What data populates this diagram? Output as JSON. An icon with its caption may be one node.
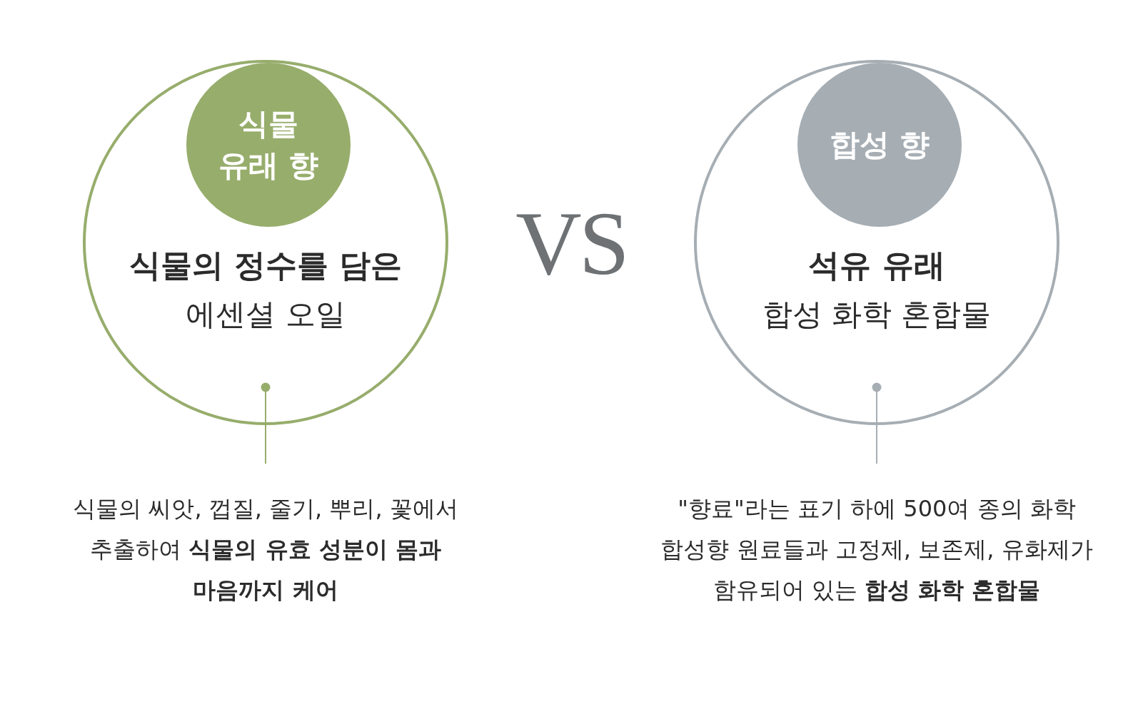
{
  "diagram": {
    "nodes": [
      {
        "text": [
          "식물의 정수를 담은",
          "에센셜 오일"
        ]
      },
      {
        "text": [
          "식물 유래 향"
        ],
        "in": 0
      },
      {
        "text": [
          "석유 유래",
          "합성 화학 혼합물"
        ]
      },
      {
        "text": [
          "합성 향"
        ],
        "in": 2
      },
      {
        "text": [
          "식물의 씨앗, 껍질, 줄기, 뿌리, 꽃에서 추출하여 **식물의 유효 성분이 몸과 마음까지 케어**"
        ]
      },
      {
        "text": [
          "\"향료\"라는 표기 하에 500여 종의 화학 합성향 원료들과 고정제, 보존제, 유화제가 함유되어 있는 **합성 화학 혼합물**"
        ]
      }
    ],
    "edges": [
      {
        "from": 0,
        "to": 4,
        "arrow": "other",
        "color": "#97ad6c"
      },
      {
        "from": 2,
        "to": 5,
        "arrow": "other",
        "color": "#a6aeb4"
      }
    ],
    "labels": [
      "VS"
    ]
  }
}
